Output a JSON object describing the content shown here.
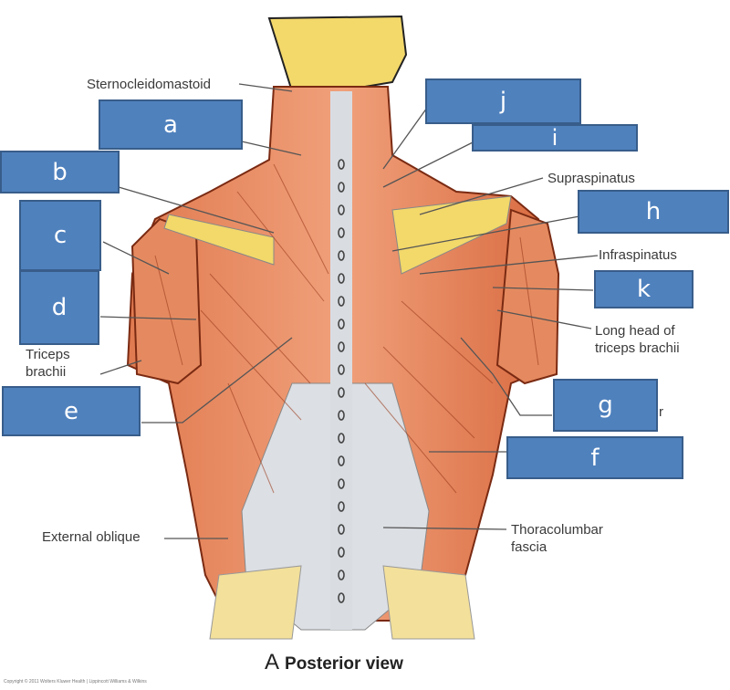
{
  "figure": {
    "caption_letter": "A",
    "caption_text": "Posterior view",
    "copyright": "Copyright © 2011 Wolters Kluwer Health | Lippincott Williams & Wilkins"
  },
  "printed_labels": {
    "sternocleidomastoid": "Sternocleidomastoid",
    "supraspinatus": "Supraspinatus",
    "infraspinatus": "Infraspinatus",
    "long_head_triceps_1": "Long head of",
    "long_head_triceps_2": "triceps brachii",
    "triceps_1": "Triceps",
    "triceps_2": "brachii",
    "external_oblique": "External oblique",
    "thoracolumbar_1": "Thoracolumbar",
    "thoracolumbar_2": "fascia",
    "partial_r": "r"
  },
  "answer_boxes": {
    "a": "a",
    "b": "b",
    "c": "c",
    "d": "d",
    "e": "e",
    "f": "f",
    "g": "g",
    "h": "h",
    "i": "i",
    "j": "j",
    "k": "k"
  },
  "colors": {
    "box_fill": "#4f81bd",
    "box_border": "#385d8a",
    "muscle": "#e8875f",
    "muscle_dark": "#c9603a",
    "fascia": "#dcdfe3",
    "bone": "#f3d86a"
  }
}
